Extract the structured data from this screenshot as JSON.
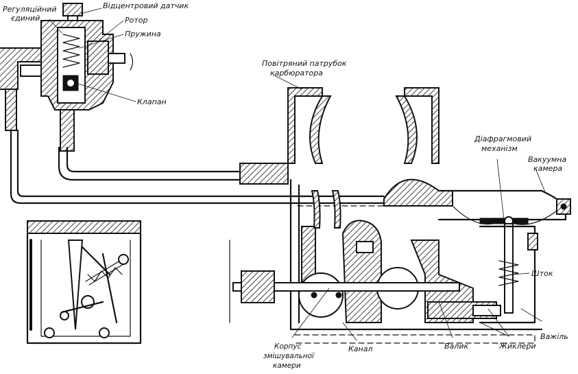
{
  "labels": {
    "regulator": [
      "Регуляційний",
      "єдиний"
    ],
    "centrifugal_sensor": "Відцентровий датчик",
    "rotor": "Ротор",
    "spring": "Пружина",
    "valve": "Клапан",
    "air_pipe": [
      "Повітряний патрубок",
      "карбюратора"
    ],
    "diaphragm": [
      "Діафрагмовий",
      "механізм"
    ],
    "vacuum_chamber": [
      "Вакуумна",
      "камера"
    ],
    "rod": "Шток",
    "lever": "Важіль",
    "jets": "Жиклери",
    "shaft": "Валик",
    "channel": "Канал",
    "mixing_chamber": [
      "Корпус",
      "змішувальної",
      "камери"
    ]
  }
}
